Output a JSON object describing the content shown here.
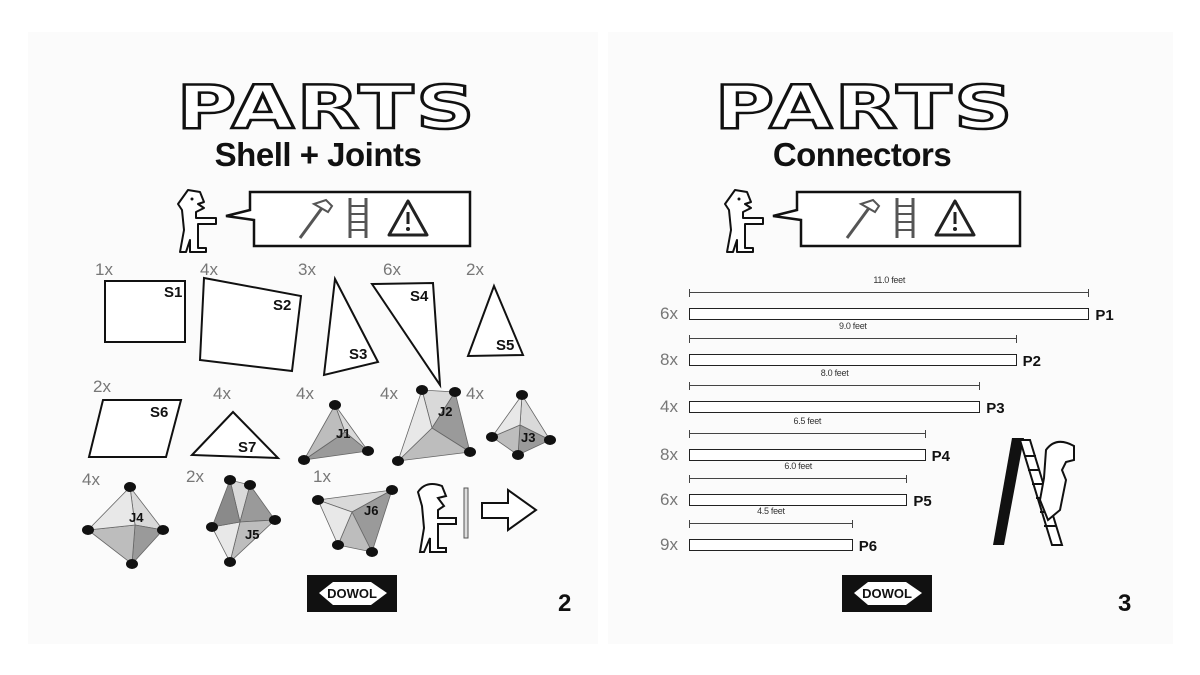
{
  "left_page": {
    "title": "PARTS",
    "subtitle": "Shell + Joints",
    "tools_icons": [
      "hammer-icon",
      "ladder-icon",
      "warning-icon"
    ],
    "shells": [
      {
        "label": "S1",
        "count": "1x"
      },
      {
        "label": "S2",
        "count": "4x"
      },
      {
        "label": "S3",
        "count": "3x"
      },
      {
        "label": "S4",
        "count": "6x"
      },
      {
        "label": "S5",
        "count": "2x"
      },
      {
        "label": "S6",
        "count": "2x"
      },
      {
        "label": "S7",
        "count": "4x"
      }
    ],
    "joints": [
      {
        "label": "J1",
        "count": "4x"
      },
      {
        "label": "J2",
        "count": "4x"
      },
      {
        "label": "J3",
        "count": "4x"
      },
      {
        "label": "J4",
        "count": "4x"
      },
      {
        "label": "J5",
        "count": "2x"
      },
      {
        "label": "J6",
        "count": "1x"
      }
    ],
    "logo": "DOWOL",
    "page_number": "2"
  },
  "right_page": {
    "title": "PARTS",
    "subtitle": "Connectors",
    "tools_icons": [
      "hammer-icon",
      "ladder-icon",
      "warning-icon"
    ],
    "connectors": [
      {
        "label": "P1",
        "count": "6x",
        "length_text": "11.0 feet",
        "length_ft": 11.0
      },
      {
        "label": "P2",
        "count": "8x",
        "length_text": "9.0 feet",
        "length_ft": 9.0
      },
      {
        "label": "P3",
        "count": "4x",
        "length_text": "8.0 feet",
        "length_ft": 8.0
      },
      {
        "label": "P4",
        "count": "8x",
        "length_text": "6.5 feet",
        "length_ft": 6.5
      },
      {
        "label": "P5",
        "count": "6x",
        "length_text": "6.0 feet",
        "length_ft": 6.0
      },
      {
        "label": "P6",
        "count": "9x",
        "length_text": "4.5 feet",
        "length_ft": 4.5
      }
    ],
    "logo": "DOWOL",
    "page_number": "3"
  }
}
